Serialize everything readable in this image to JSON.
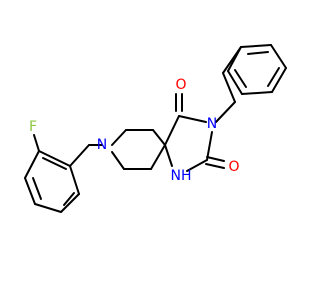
{
  "molecule": {
    "atoms": {
      "fluorine": {
        "label": "F",
        "color": "#8fc63f"
      },
      "nitrogen_piperidine": {
        "label": "N",
        "color": "#0000ff"
      },
      "nitrogen_imide": {
        "label": "N",
        "color": "#0000ff"
      },
      "nitrogen_nh": {
        "label": "NH",
        "color": "#0000ff"
      },
      "oxygen_top": {
        "label": "O",
        "color": "#ff0000"
      },
      "oxygen_right": {
        "label": "O",
        "color": "#ff0000"
      }
    }
  }
}
